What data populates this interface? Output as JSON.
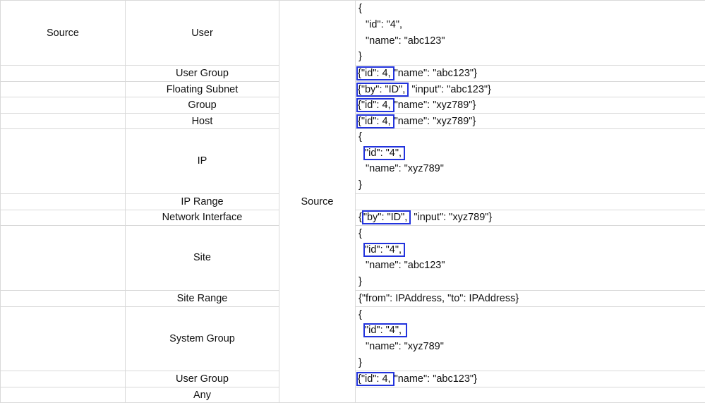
{
  "col_a": {
    "source": "Source"
  },
  "col_c": {
    "source": "Source"
  },
  "rows": [
    {
      "target": "User",
      "json_lines": [
        "{",
        "\"id\": \"4\",",
        "\"name\": \"abc123\"",
        "}"
      ]
    },
    {
      "target": "User Group",
      "json_highlight": "{\"id\": 4,",
      "json_rest": "\"name\": \"abc123\"}"
    },
    {
      "target": "Floating Subnet",
      "json_highlight": "{\"by\": \"ID\",",
      "json_rest": "\"input\": \"abc123\"}"
    },
    {
      "target": "Group",
      "json_highlight": "{\"id\": 4,",
      "json_rest": "\"name\": \"xyz789\"}"
    },
    {
      "target": "Host",
      "json_highlight": "{\"id\": 4,",
      "json_rest": "\"name\": \"xyz789\"}"
    },
    {
      "target": "IP",
      "json_lines": [
        "{",
        "\"id\": \"4\",",
        "\"name\": \"xyz789\"",
        "}"
      ]
    },
    {
      "target": "IP Range",
      "json": ""
    },
    {
      "target": "Network Interface",
      "json_pre": "{",
      "json_highlight": "\"by\": \"ID\",",
      "json_rest": "\"input\": \"xyz789\"}"
    },
    {
      "target": "Site",
      "json_lines": [
        "{",
        "\"id\": \"4\",",
        "\"name\": \"abc123\"",
        "}"
      ]
    },
    {
      "target": "Site Range",
      "json": "{\"from\": IPAddress, \"to\": IPAddress}"
    },
    {
      "target": "System Group",
      "json_lines": [
        "{",
        "\"id\": \"4\",",
        "\"name\": \"xyz789\"",
        "}"
      ]
    },
    {
      "target": "User Group",
      "json_highlight": "{\"id\": 4,",
      "json_rest": "\"name\": \"abc123\"}"
    },
    {
      "target": "Any",
      "json": ""
    }
  ],
  "colors": {
    "highlight": "#2233dd",
    "grid": "#d9d9d9"
  }
}
